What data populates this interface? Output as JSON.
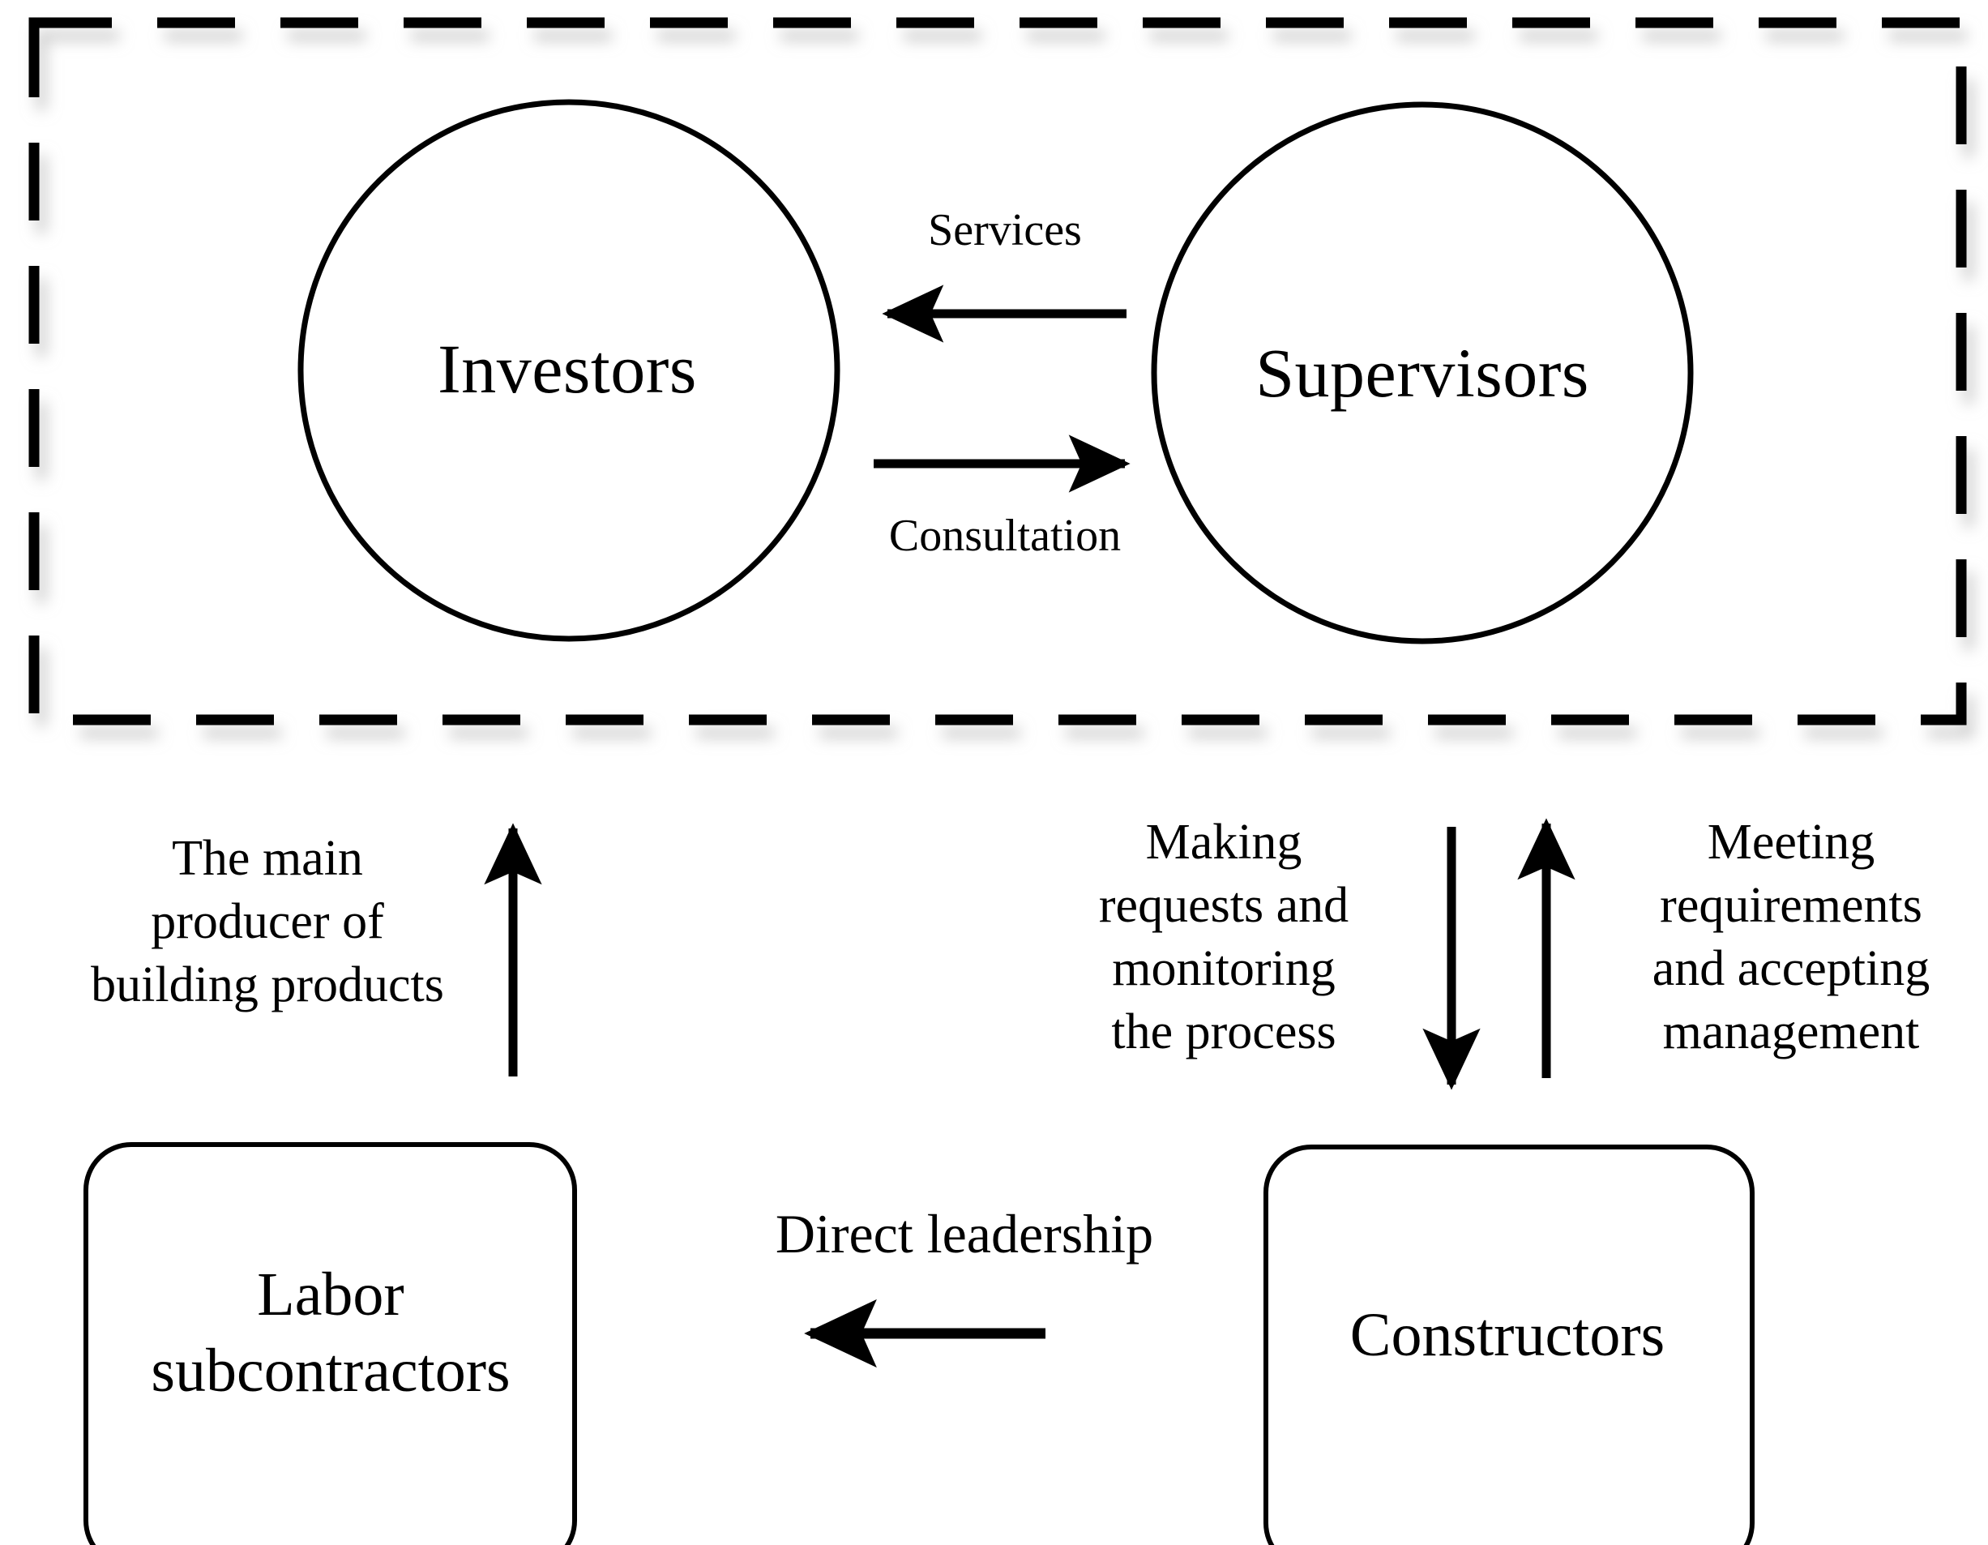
{
  "diagram": {
    "title": "Construction project participant relationship diagram",
    "colors": {
      "stroke": "#000000",
      "background": "#ffffff",
      "shadow": "#e8e8e8"
    },
    "grouping_box": {
      "style": "dashed",
      "name": "client-side-group"
    },
    "nodes": [
      {
        "id": "investors",
        "shape": "circle",
        "label": "Investors"
      },
      {
        "id": "supervisors",
        "shape": "circle",
        "label": "Supervisors"
      },
      {
        "id": "labor_subcontractors",
        "shape": "rounded-rect",
        "label": "Labor\nsubcontractors"
      },
      {
        "id": "constructors",
        "shape": "rounded-rect",
        "label": "Constructors"
      }
    ],
    "edges": [
      {
        "id": "services",
        "from": "supervisors",
        "to": "investors",
        "label": "Services",
        "direction": "left"
      },
      {
        "id": "consultation",
        "from": "investors",
        "to": "supervisors",
        "label": "Consultation",
        "direction": "right"
      },
      {
        "id": "main_producer",
        "from": "labor_subcontractors",
        "to": "investors",
        "label": "The main\nproducer of\nbuilding products",
        "direction": "up"
      },
      {
        "id": "making_requests",
        "from": "supervisors",
        "to": "constructors",
        "label": "Making\nrequests and\nmonitoring\nthe process",
        "direction": "down"
      },
      {
        "id": "meeting_requirements",
        "from": "constructors",
        "to": "supervisors",
        "label": "Meeting\nrequirements\nand accepting\nmanagement",
        "direction": "up"
      },
      {
        "id": "direct_leadership",
        "from": "constructors",
        "to": "labor_subcontractors",
        "label": "Direct leadership",
        "direction": "left"
      }
    ]
  }
}
